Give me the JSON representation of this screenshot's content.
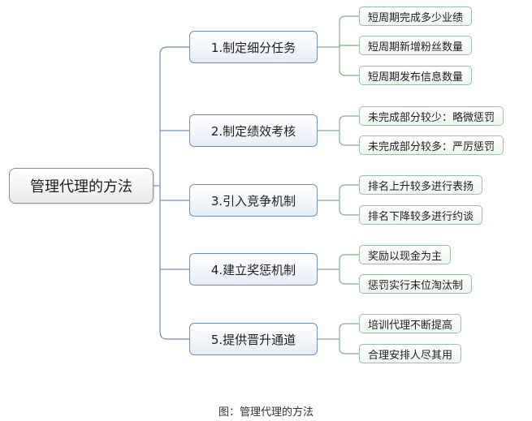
{
  "diagram": {
    "root": {
      "label": "管理代理的方法"
    },
    "branches": [
      {
        "label": "1.制定细分任务",
        "children": [
          "短周期完成多少业绩",
          "短周期新增粉丝数量",
          "短周期发布信息数量"
        ]
      },
      {
        "label": "2.制定绩效考核",
        "children": [
          "未完成部分较少：略微惩罚",
          "未完成部分较多：严厉惩罚"
        ]
      },
      {
        "label": "3.引入竞争机制",
        "children": [
          "排名上升较多进行表扬",
          "排名下降较多进行约谈"
        ]
      },
      {
        "label": "4.建立奖惩机制",
        "children": [
          "奖励以现金为主",
          "惩罚实行末位淘汰制"
        ]
      },
      {
        "label": "5.提供晋升通道",
        "children": [
          "培训代理不断提高",
          "合理安排人尽其用"
        ]
      }
    ]
  },
  "caption": "图：管理代理的方法",
  "colors": {
    "root_border": "#8e8e8e",
    "branch_border": "#6b8fbf",
    "leaf_border": "#98c3a1",
    "connector": "#6b8fbf",
    "leaf_connector": "#7fb08a"
  }
}
